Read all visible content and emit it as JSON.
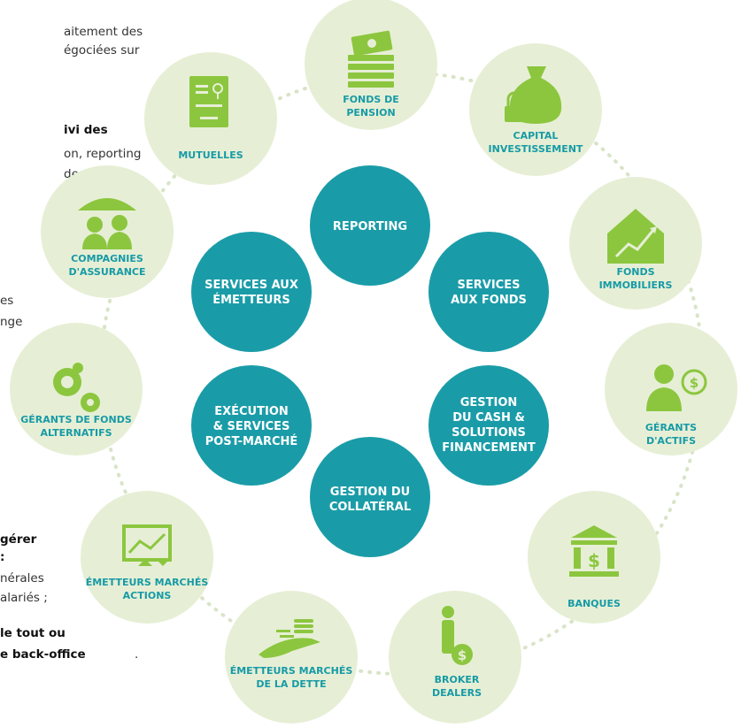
{
  "side_text": [
    "aitement des",
    "égociées sur",
    "ivi des",
    "on, reporting",
    "des",
    "es",
    "nge",
    "gérer",
    ":",
    "nérales",
    "alariés ;",
    "le tout ou",
    "e back-office",
    "."
  ],
  "outer_nodes": [
    {
      "id": "fonds-pension",
      "lines": [
        "FONDS DE",
        "PENSION"
      ],
      "icon": "cash-stack-icon"
    },
    {
      "id": "capital-investissement",
      "lines": [
        "CAPITAL",
        "INVESTISSEMENT"
      ],
      "icon": "money-bag-icon"
    },
    {
      "id": "fonds-immobiliers",
      "lines": [
        "FONDS",
        "IMMOBILIERS"
      ],
      "icon": "house-growth-icon"
    },
    {
      "id": "gerants-actifs",
      "lines": [
        "GÉRANTS",
        "D'ACTIFS"
      ],
      "icon": "person-dollar-icon"
    },
    {
      "id": "banques",
      "lines": [
        "BANQUES"
      ],
      "icon": "bank-icon"
    },
    {
      "id": "broker-dealers",
      "lines": [
        "BROKER",
        "DEALERS"
      ],
      "icon": "broker-icon"
    },
    {
      "id": "emetteurs-dette",
      "lines": [
        "ÉMETTEURS MARCHÉS",
        "DE LA DETTE"
      ],
      "icon": "hand-coins-icon"
    },
    {
      "id": "emetteurs-actions",
      "lines": [
        "ÉMETTEURS MARCHÉS",
        "ACTIONS"
      ],
      "icon": "chart-board-icon"
    },
    {
      "id": "gerants-alternatifs",
      "lines": [
        "GÉRANTS DE FONDS",
        "ALTERNATIFS"
      ],
      "icon": "gears-icon"
    },
    {
      "id": "compagnies-assurance",
      "lines": [
        "COMPAGNIES",
        "D'ASSURANCE"
      ],
      "icon": "umbrella-people-icon"
    },
    {
      "id": "mutuelles",
      "lines": [
        "MUTUELLES"
      ],
      "icon": "document-icon"
    }
  ],
  "inner_nodes": [
    {
      "id": "reporting",
      "lines": [
        "REPORTING"
      ]
    },
    {
      "id": "services-fonds",
      "lines": [
        "SERVICES",
        "AUX FONDS"
      ]
    },
    {
      "id": "gestion-cash",
      "lines": [
        "GESTION",
        "DU CASH &",
        "SOLUTIONS",
        "FINANCEMENT"
      ]
    },
    {
      "id": "gestion-collateral",
      "lines": [
        "GESTION DU",
        "COLLATÉRAL"
      ]
    },
    {
      "id": "execution",
      "lines": [
        "EXÉCUTION",
        "& SERVICES",
        "POST-MARCHÉ"
      ]
    },
    {
      "id": "services-emetteurs",
      "lines": [
        "SERVICES AUX",
        "ÉMETTEURS"
      ]
    }
  ],
  "colors": {
    "outer_fill": "#e6efd5",
    "icon_green": "#8cc63f",
    "label_teal": "#179aa6",
    "inner_fill": "#1a9ca8",
    "dots": "#d8e4c6"
  }
}
